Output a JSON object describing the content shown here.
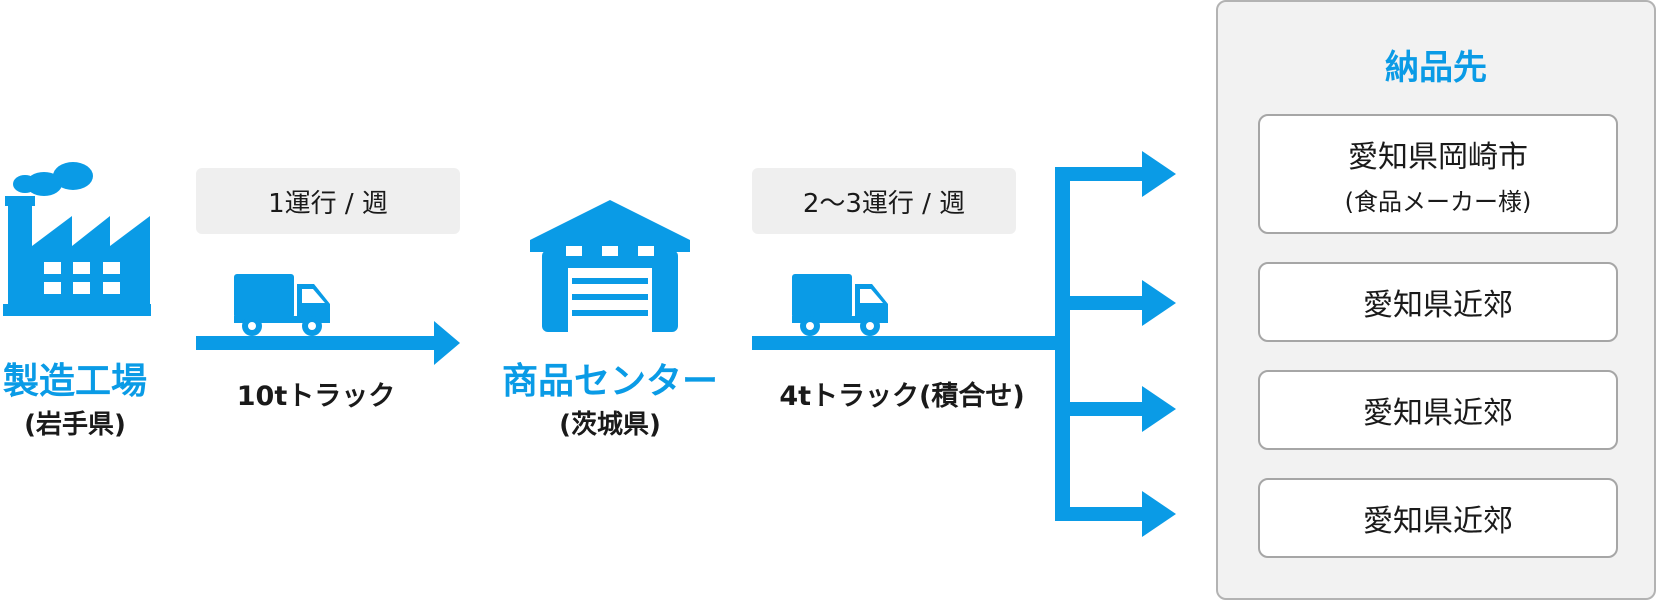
{
  "colors": {
    "accent": "#0a9be6",
    "gray_box": "#efefef",
    "panel": "#f2f2f2"
  },
  "origin": {
    "title": "製造工場",
    "location": "(岩手県)",
    "icon": "factory-icon"
  },
  "leg1": {
    "frequency": "1運行 / 週",
    "truck": "10tトラック",
    "icon": "truck-icon"
  },
  "hub": {
    "title": "商品センター",
    "location": "(茨城県)",
    "icon": "warehouse-icon"
  },
  "leg2": {
    "frequency": "2〜3運行 / 週",
    "truck": "4tトラック(積合せ)",
    "icon": "truck-icon"
  },
  "destinations": {
    "title": "納品先",
    "items": [
      {
        "name": "愛知県岡崎市",
        "note": "(食品メーカー様)"
      },
      {
        "name": "愛知県近郊"
      },
      {
        "name": "愛知県近郊"
      },
      {
        "name": "愛知県近郊"
      }
    ]
  }
}
